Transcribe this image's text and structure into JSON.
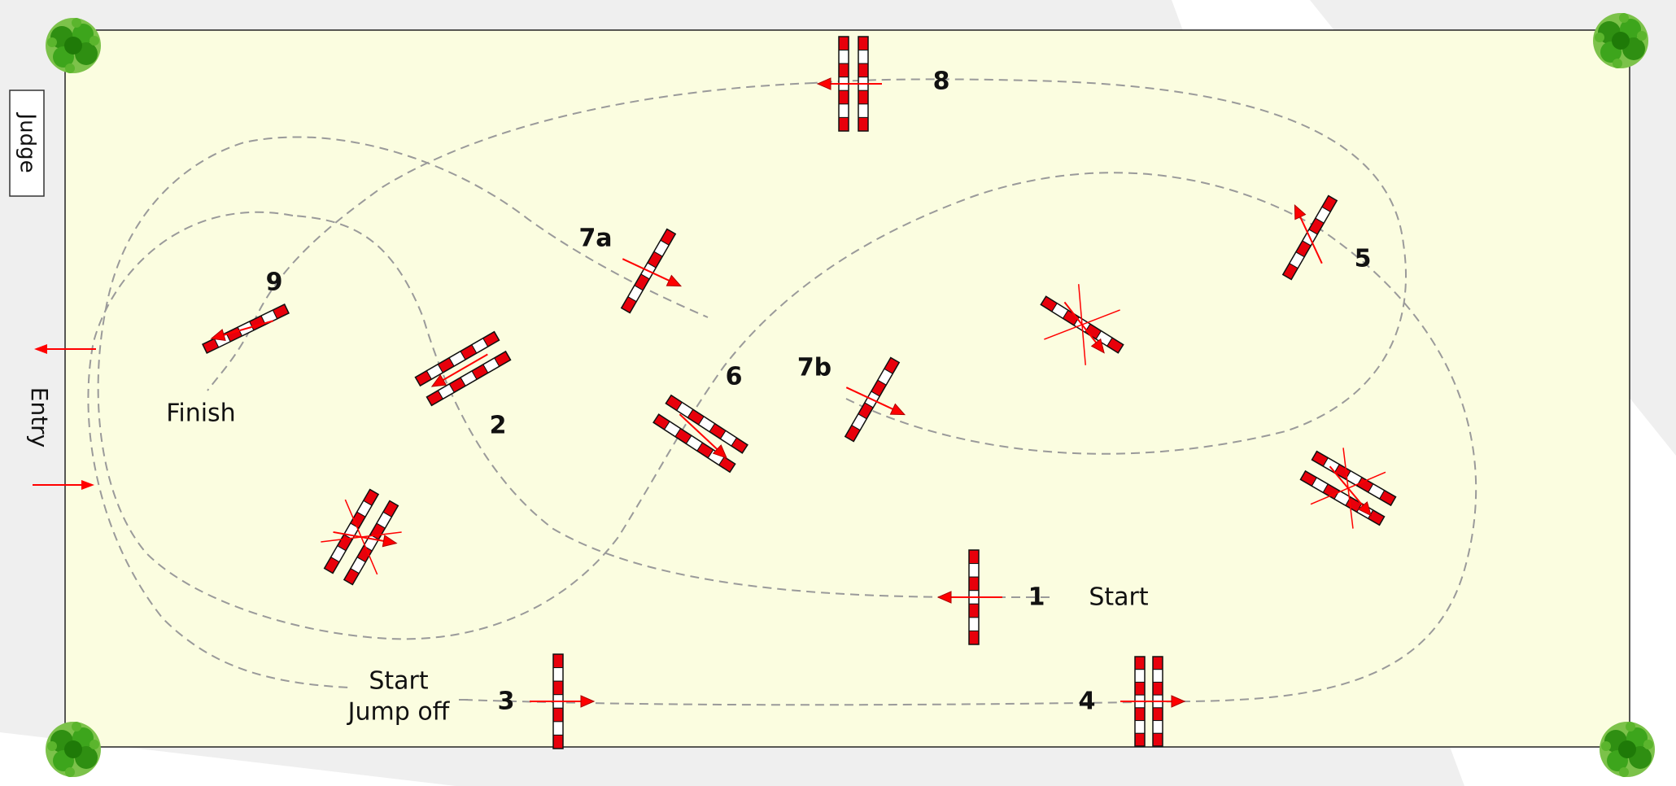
{
  "labels": {
    "judge": "Judge",
    "entry": "Entry",
    "finish": "Finish",
    "start": "Start",
    "start_jump_off_line1": "Start",
    "start_jump_off_line2": "Jump off"
  },
  "fences": [
    {
      "id": "fence-1",
      "number": "1"
    },
    {
      "id": "fence-2",
      "number": "2"
    },
    {
      "id": "fence-3",
      "number": "3"
    },
    {
      "id": "fence-4",
      "number": "4"
    },
    {
      "id": "fence-5",
      "number": "5"
    },
    {
      "id": "fence-6",
      "number": "6"
    },
    {
      "id": "fence-7a",
      "number": "7a"
    },
    {
      "id": "fence-7b",
      "number": "7b"
    },
    {
      "id": "fence-8",
      "number": "8"
    },
    {
      "id": "fence-9",
      "number": "9"
    }
  ],
  "colors": {
    "arena": "#fbfde0",
    "pole_red": "#e8000b",
    "pole_white": "#ffffff",
    "course_line": "#9a9a9a",
    "arrow_red": "#ff0000",
    "tree_green": "#3aa81a",
    "background": "#efefef"
  }
}
